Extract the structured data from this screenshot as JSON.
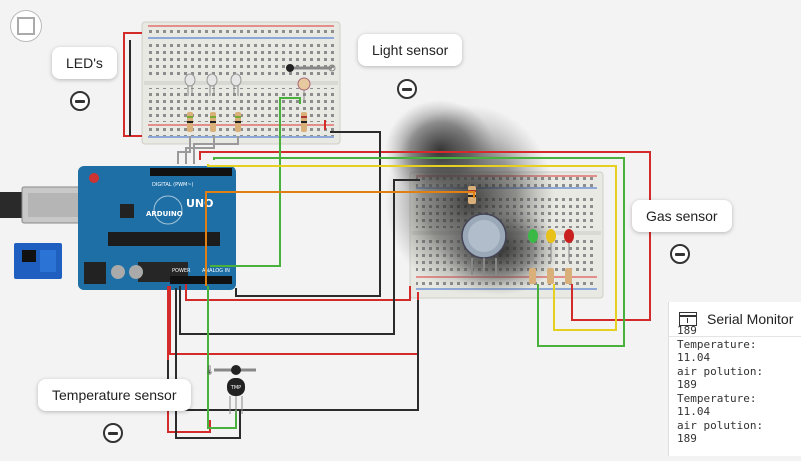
{
  "labels": {
    "leds": "LED's",
    "light_sensor": "Light sensor",
    "gas_sensor": "Gas sensor",
    "temperature_sensor": "Temperature sensor"
  },
  "arduino": {
    "brand": "ARDUINO",
    "model": "UNO",
    "header_digital": "DIGITAL (PWM~)",
    "header_power": "POWER",
    "header_analog": "ANALOG IN"
  },
  "temp_sensor_chip": "TMP",
  "serial_monitor": {
    "title": "Serial Monitor",
    "lines": [
      "189",
      "Temperature:",
      "11.04",
      "air polution:",
      "189",
      "Temperature:",
      "11.04",
      "air polution:",
      "189"
    ]
  },
  "icons": {
    "zoom": "fit-to-view-icon",
    "remove": "minus-circle-icon",
    "serial": "window-icon"
  },
  "colors": {
    "breadboard": "#e8e8e2",
    "arduino": "#1d6fa6",
    "wire_red": "#d32a2a",
    "wire_black": "#2b2b2b",
    "wire_green": "#48b03b",
    "wire_yellow": "#e5cf1f",
    "wire_orange": "#e07f12",
    "wire_gray": "#9a9a9a",
    "led_green": "#3bb846",
    "led_yellow": "#e8c21a",
    "led_red": "#c8211f"
  }
}
